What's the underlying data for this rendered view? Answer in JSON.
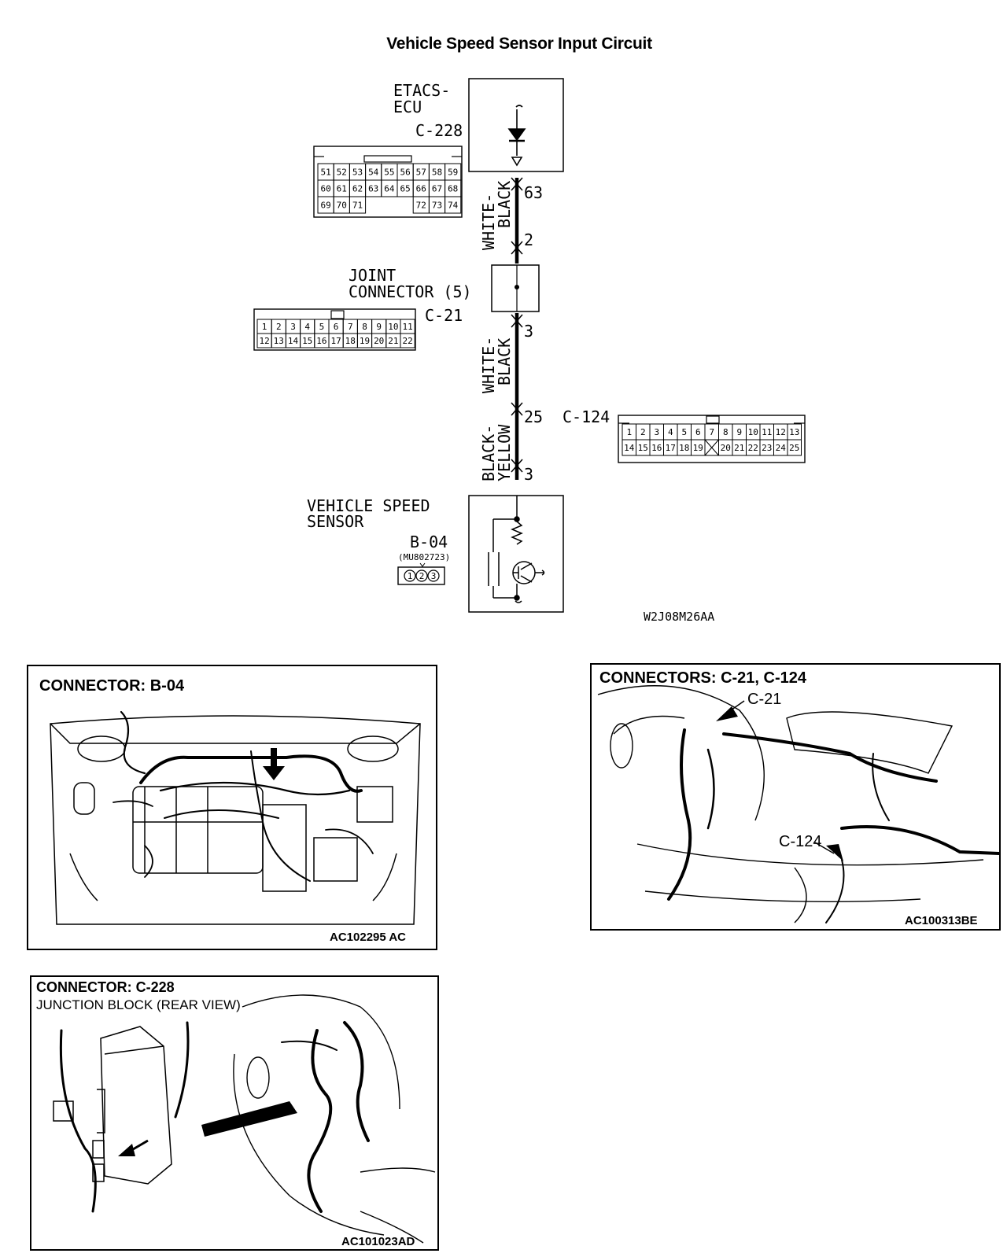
{
  "title": "Vehicle Speed Sensor Input Circuit",
  "diagram_code": "W2J08M26AA",
  "etacs": {
    "name_line1": "ETACS-",
    "name_line2": "ECU",
    "connector": "C-228",
    "pin_rows": [
      [
        "51",
        "52",
        "53",
        "54",
        "55",
        "56",
        "57",
        "58",
        "59"
      ],
      [
        "60",
        "61",
        "62",
        "63",
        "64",
        "65",
        "66",
        "67",
        "68"
      ],
      [
        "69",
        "70",
        "71",
        "",
        "",
        "",
        "72",
        "73",
        "74"
      ]
    ]
  },
  "wire1": {
    "color_line1": "WHITE-",
    "color_line2": "BLACK",
    "pin_top": "63",
    "pin_bottom": "2"
  },
  "joint": {
    "name_line1": "JOINT",
    "name_line2": "CONNECTOR (5)",
    "connector": "C-21",
    "pin_rows": [
      [
        "1",
        "2",
        "3",
        "4",
        "5",
        "6",
        "7",
        "8",
        "9",
        "10",
        "11"
      ],
      [
        "12",
        "13",
        "14",
        "15",
        "16",
        "17",
        "18",
        "19",
        "20",
        "21",
        "22"
      ]
    ]
  },
  "wire2": {
    "color_line1": "WHITE-",
    "color_line2": "BLACK",
    "pin_top": "3"
  },
  "c124": {
    "connector": "C-124",
    "pin_rows": [
      [
        "1",
        "2",
        "3",
        "4",
        "5",
        "6",
        "7",
        "8",
        "9",
        "10",
        "11",
        "12",
        "13"
      ],
      [
        "14",
        "15",
        "16",
        "17",
        "18",
        "19",
        "",
        "20",
        "21",
        "22",
        "23",
        "24",
        "25"
      ]
    ]
  },
  "wire3": {
    "color_line1": "BLACK-",
    "color_line2": "YELLOW",
    "pin_top": "25",
    "pin_bottom": "3"
  },
  "sensor": {
    "name_line1": "VEHICLE SPEED",
    "name_line2": "SENSOR",
    "connector": "B-04",
    "part_number": "(MU802723)",
    "pins": [
      "1",
      "2",
      "3"
    ]
  },
  "panels": {
    "b04": {
      "heading": "CONNECTOR: B-04",
      "code": "AC102295 AC"
    },
    "c21": {
      "heading": "CONNECTORS: C-21, C-124",
      "label_c21": "C-21",
      "label_c124": "C-124",
      "code": "AC100313BE"
    },
    "c228": {
      "heading": "CONNECTOR: C-228",
      "subheading": "JUNCTION BLOCK (REAR VIEW)",
      "code": "AC101023AD"
    }
  }
}
